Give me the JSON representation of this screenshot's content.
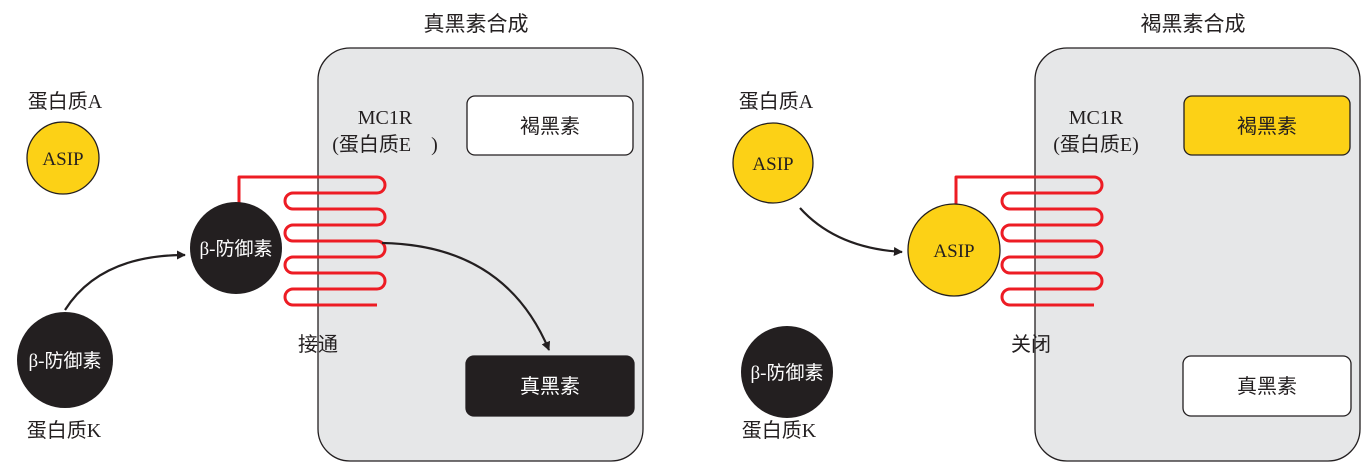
{
  "left_panel": {
    "title": "真黑素合成",
    "protein_a_label": "蛋白质A",
    "asip_label": "ASIP",
    "bound_ligand_label": "β-防御素",
    "protein_k_circle_label": "β-防御素",
    "protein_k_label": "蛋白质K",
    "receptor_label_line1": "MC1R",
    "receptor_label_line2": "(蛋白质E　)",
    "switch_label": "接通",
    "box_top_label": "褐黑素",
    "box_bottom_label": "真黑素"
  },
  "right_panel": {
    "title": "褐黑素合成",
    "protein_a_label": "蛋白质A",
    "asip_label": "ASIP",
    "bound_ligand_label": "ASIP",
    "protein_k_circle_label": "β-防御素",
    "protein_k_label": "蛋白质K",
    "receptor_label_line1": "MC1R",
    "receptor_label_line2": "(蛋白质E)",
    "switch_label": "关闭",
    "box_top_label": "褐黑素",
    "box_bottom_label": "真黑素"
  },
  "colors": {
    "asip_fill": "#fcd116",
    "defensin_fill": "#231f20",
    "receptor_stroke": "#ed1c24",
    "cell_fill": "#e6e7e8",
    "eumelanin_active_fill": "#231f20",
    "pheomelanin_active_fill": "#fcd116"
  }
}
